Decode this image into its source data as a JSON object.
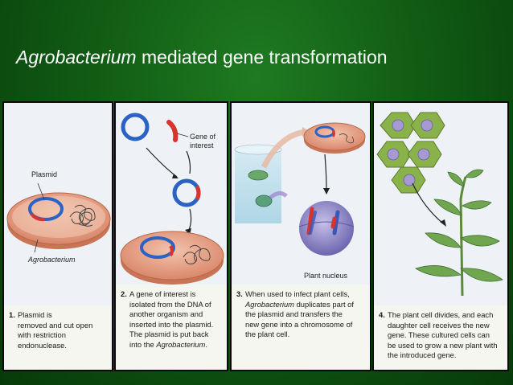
{
  "title": {
    "italic": "Agrobacterium",
    "rest": " mediated gene transformation"
  },
  "panels": [
    {
      "labels": {
        "plasmid": "Plasmid",
        "agrobacterium": "Agrobacterium"
      },
      "caption": {
        "num": "1.",
        "l1": "Plasmid is",
        "l2": "removed and cut open",
        "l3": "with restriction",
        "l4": "endonuclease."
      }
    },
    {
      "labels": {
        "gene1": "Gene of",
        "gene2": "interest"
      },
      "caption": {
        "num": "2.",
        "l1": "A gene of interest is",
        "l2": "isolated from the DNA of",
        "l3": "another organism and",
        "l4": "inserted into the plasmid.",
        "l5": "The plasmid is put back",
        "l6a": "into the ",
        "l6b": "Agrobacterium",
        "l6c": "."
      }
    },
    {
      "labels": {
        "nucleus": "Plant nucleus"
      },
      "caption": {
        "num": "3.",
        "l1": "When used to infect plant cells,",
        "l2a": "Agrobacterium",
        "l2b": " duplicates part of",
        "l3": "the plasmid and transfers the",
        "l4": "new gene into a chromosome of",
        "l5": "the plant cell."
      }
    },
    {
      "caption": {
        "num": "4.",
        "l1": "The plant cell divides, and each",
        "l2": "daughter cell receives the new",
        "l3": "gene. These cultured cells can",
        "l4": "be used to grow a new plant with",
        "l5": "the introduced gene."
      }
    }
  ],
  "colors": {
    "background": "#115c14",
    "plasmid_blue": "#2a63c4",
    "gene_red": "#d8342c",
    "cell_body": "#e7a78a",
    "leaf_green": "#6fa64f"
  }
}
